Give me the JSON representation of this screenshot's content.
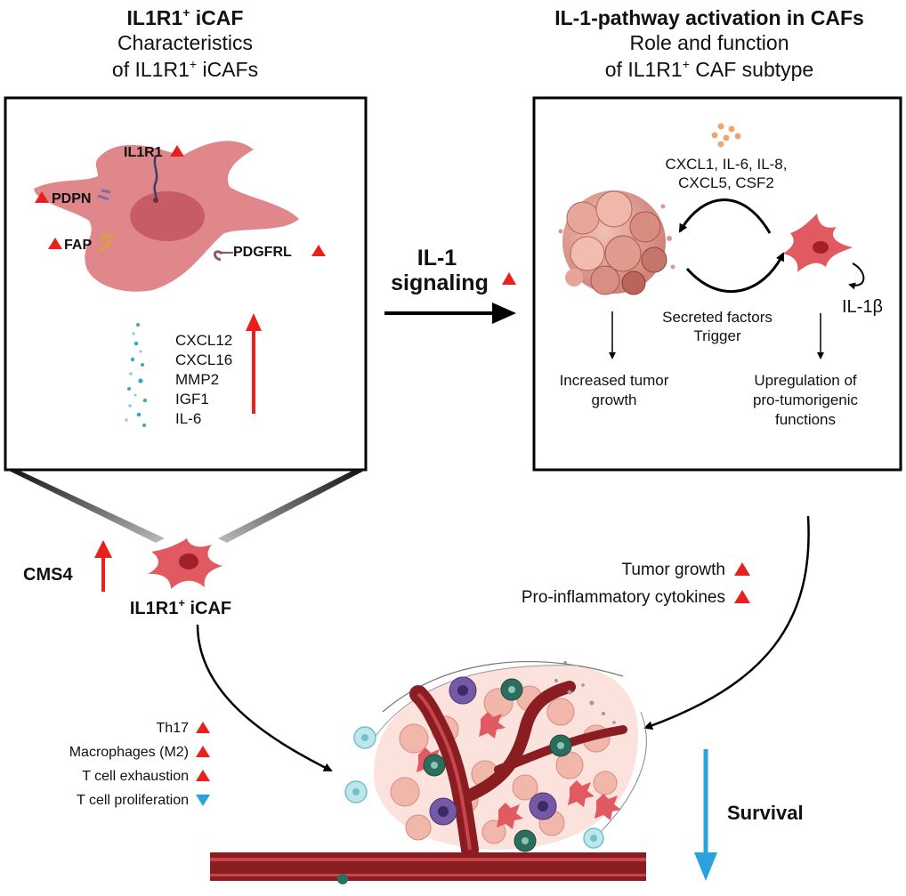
{
  "left_panel": {
    "title": "IL1R1",
    "title_sup": "+",
    "title_rest": " iCAF",
    "subtitle_line1": "Characteristics",
    "subtitle_line2_a": "of IL1R1",
    "subtitle_line2_sup": "+",
    "subtitle_line2_b": " iCAFs",
    "markers": [
      "IL1R1",
      "PDPN",
      "FAP",
      "PDGFRL"
    ],
    "secreted": [
      "CXCL12",
      "CXCL16",
      "MMP2",
      "IGF1",
      "IL-6"
    ]
  },
  "middle": {
    "line1": "IL-1",
    "line2": "signaling"
  },
  "right_panel": {
    "title": "IL-1-pathway activation in CAFs",
    "subtitle_line1": "Role and function",
    "subtitle_line2_a": "of IL1R1",
    "subtitle_line2_sup": "+",
    "subtitle_line2_b": " CAF subtype",
    "cytokines_line1": "CXCL1, IL-6, IL-8,",
    "cytokines_line2": "CXCL5, CSF2",
    "il1b": "IL-1β",
    "secreted_line1": "Secreted factors",
    "secreted_line2": "Trigger",
    "tumor_line1": "Increased tumor",
    "tumor_line2": "growth",
    "upreg_line1": "Upregulation of",
    "upreg_line2": "pro-tumorigenic",
    "upreg_line3": "functions"
  },
  "outcomes": {
    "tumor_growth": "Tumor growth",
    "pro_inflammatory": "Pro-inflammatory cytokines"
  },
  "bottom_left": {
    "cms4": "CMS4",
    "icaf_a": "IL1R1",
    "icaf_sup": "+",
    "icaf_b": " iCAF",
    "immune": [
      {
        "label": "Th17",
        "direction": "up"
      },
      {
        "label": "Macrophages (M2)",
        "direction": "up"
      },
      {
        "label": "T cell exhaustion",
        "direction": "up"
      },
      {
        "label": "T cell proliferation",
        "direction": "down"
      }
    ]
  },
  "survival": "Survival",
  "colors": {
    "up": "#e8211c",
    "down": "#2aa3dd",
    "caf": "#e15a62",
    "caf_nucleus": "#a2202a",
    "vessel": "#8a1d22"
  }
}
